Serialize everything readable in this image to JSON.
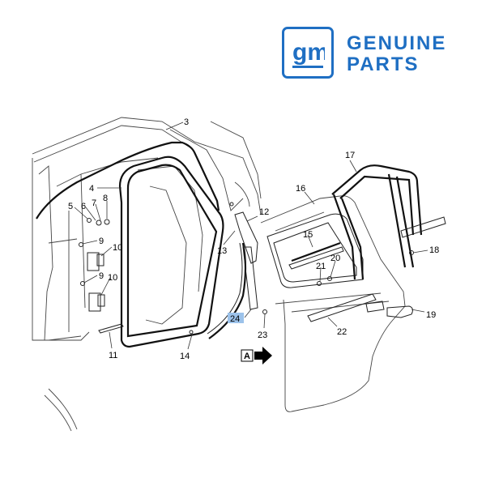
{
  "brand": {
    "logo_text": "gm",
    "line1": "GENUINE",
    "line2": "PARTS",
    "color": "#1f6fc3"
  },
  "diagram": {
    "callouts": [
      "3",
      "4",
      "5",
      "6",
      "7",
      "8",
      "9",
      "10",
      "9",
      "10",
      "11",
      "12",
      "13",
      "14",
      "15",
      "16",
      "17",
      "18",
      "19",
      "20",
      "21",
      "22",
      "23",
      "24"
    ],
    "view_marker": "A",
    "highlight_color": "#9cc2ea"
  }
}
